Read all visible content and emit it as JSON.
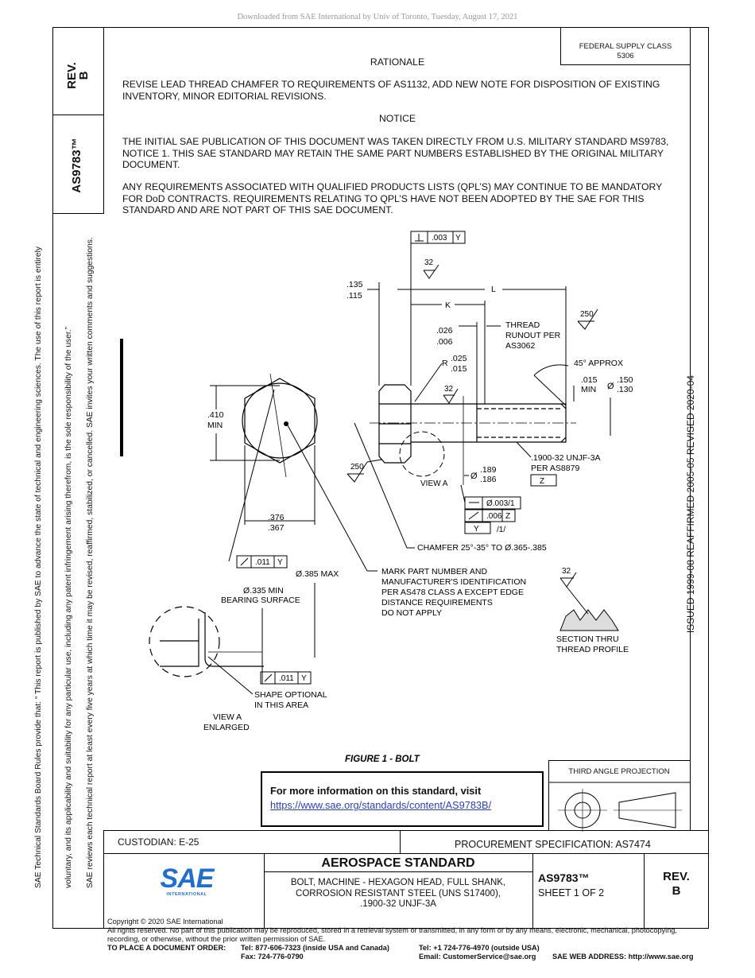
{
  "download_note": "Downloaded from SAE International by Univ of Toronto, Tuesday, August 17, 2021",
  "left_block": {
    "rev_label": "REV.",
    "rev_value": "B",
    "doc_number": "AS9783™",
    "sidebar_line1": "SAE Technical Standards Board Rules provide that: “ This report is published by SAE to advance the state of technical and engineering sciences. The use of this report is entirely",
    "sidebar_line2": "voluntary, and its applicability and suitability for any particular use, including any patent infringement arising therefrom, is the sole responsibility of the user.”",
    "sidebar_line3": "SAE reviews each technical report at least every five years at which time it may be revised, reaffirmed, stabilized, or cancelled. SAE invites your written comments and suggestions."
  },
  "right_strip": "ISSUED 1999-08     REAFFIRMED 2005-05     REVISED 2020-04",
  "federal_supply": {
    "line1": "FEDERAL SUPPLY CLASS",
    "line2": "5306"
  },
  "rationale": {
    "heading": "RATIONALE",
    "text": "REVISE LEAD THREAD CHAMFER TO REQUIREMENTS OF AS1132, ADD NEW NOTE FOR DISPOSITION OF EXISTING INVENTORY, MINOR EDITORIAL REVISIONS."
  },
  "notice": {
    "heading": "NOTICE",
    "para1": "THE INITIAL SAE PUBLICATION OF THIS DOCUMENT WAS TAKEN DIRECTLY FROM U.S. MILITARY STANDARD MS9783, NOTICE 1. THIS SAE STANDARD MAY RETAIN THE SAME PART NUMBERS ESTABLISHED BY THE ORIGINAL MILITARY DOCUMENT.",
    "para2": "ANY REQUIREMENTS ASSOCIATED WITH QUALIFIED PRODUCTS LISTS (QPL’S) MAY CONTINUE TO BE MANDATORY FOR DoD CONTRACTS. REQUIREMENTS RELATING TO QPL’S HAVE NOT BEEN ADOPTED BY THE SAE FOR THIS STANDARD AND ARE NOT PART OF THIS SAE DOCUMENT."
  },
  "drawing": {
    "fcf_top": ".003",
    "fcf_top_datum": "Y",
    "finish_32": "32",
    "finish_250": "250",
    "dim_head_hi": ".135",
    "dim_head_lo": ".115",
    "dim_L": "L",
    "dim_K": "K",
    "dim_026": ".026",
    "dim_006": ".006",
    "thread_runout1": "THREAD",
    "thread_runout2": "RUNOUT PER",
    "thread_runout3": "AS3062",
    "radius_R": "R",
    "dim_025": ".025",
    "dim_015": ".015",
    "approx_45": "45° APPROX",
    "dim_015min": ".015",
    "min_label": "MIN",
    "dia_sym": "Ø",
    "dim_150": ".150",
    "dim_130": ".130",
    "dim_410": ".410",
    "min2": "MIN",
    "thread_spec1": ".1900-32 UNJF-3A",
    "thread_spec2": "PER AS8879",
    "datum_z": "Z",
    "dim_189": ".189",
    "dim_186": ".186",
    "view_a": "VIEW A",
    "fcf1_val": "Ø.003/1",
    "fcf2_val": ".006",
    "fcf2_datum": "Z",
    "fcf3_datum": "Y",
    "fcf3_val": "/1/",
    "dim_376": ".376",
    "dim_367": ".367",
    "chamfer": "CHAMFER 25°-35° TO Ø.365-.385",
    "fcf_011a": ".011",
    "fcf_011a_datum": "Y",
    "dim_385max": "Ø.385 MAX",
    "mark_note1": "MARK PART NUMBER AND",
    "mark_note2": "MANUFACTURER'S IDENTIFICATION",
    "mark_note3": "PER AS478 CLASS A EXCEPT EDGE",
    "mark_note4": "DISTANCE REQUIREMENTS",
    "mark_note5": "DO NOT APPLY",
    "bearing1": "Ø.335 MIN",
    "bearing2": "BEARING SURFACE",
    "section1": "SECTION THRU",
    "section2": "THREAD PROFILE",
    "fcf_011b": ".011",
    "fcf_011b_datum": "Y",
    "shape1": "SHAPE OPTIONAL",
    "shape2": "IN THIS AREA",
    "view_enl1": "VIEW A",
    "view_enl2": "ENLARGED",
    "figure_caption": "FIGURE 1 - BOLT"
  },
  "info_box": {
    "title": "For more information on this standard, visit",
    "link": "https://www.sae.org/standards/content/AS9783B/"
  },
  "projection_label": "THIRD ANGLE PROJECTION",
  "title_block": {
    "custodian": "CUSTODIAN: E-25",
    "procurement": "PROCUREMENT SPECIFICATION: AS7474",
    "logo_text": "SAE",
    "logo_sub": "INTERNATIONAL",
    "standard_type": "AEROSPACE STANDARD",
    "desc1": "BOLT, MACHINE - HEXAGON HEAD, FULL SHANK,",
    "desc2": "CORROSION RESISTANT STEEL (UNS S17400),",
    "desc3": ".1900-32 UNJF-3A",
    "doc_number": "AS9783™",
    "sheet": "SHEET 1 OF 2",
    "rev_label": "REV.",
    "rev_value": "B"
  },
  "footer": {
    "copyright": "Copyright © 2020 SAE International",
    "rights1": "All rights reserved. No part of this publication may be reproduced, stored in a retrieval system or transmitted, in any form or by any means, electronic, mechanical, photocopying,",
    "rights2": "recording, or otherwise, without the prior written permission of SAE.",
    "order_label": "TO PLACE A DOCUMENT ORDER:",
    "tel_usa": "Tel: 877-606-7323 (inside USA and Canada)",
    "tel_out": "Tel: +1 724-776-4970 (outside USA)",
    "fax": "Fax: 724-776-0790",
    "email": "Email: CustomerService@sae.org",
    "web": "SAE WEB ADDRESS: http://www.sae.org"
  },
  "colors": {
    "link": "#2a40c8",
    "sae_blue": "#1f6fd1"
  }
}
